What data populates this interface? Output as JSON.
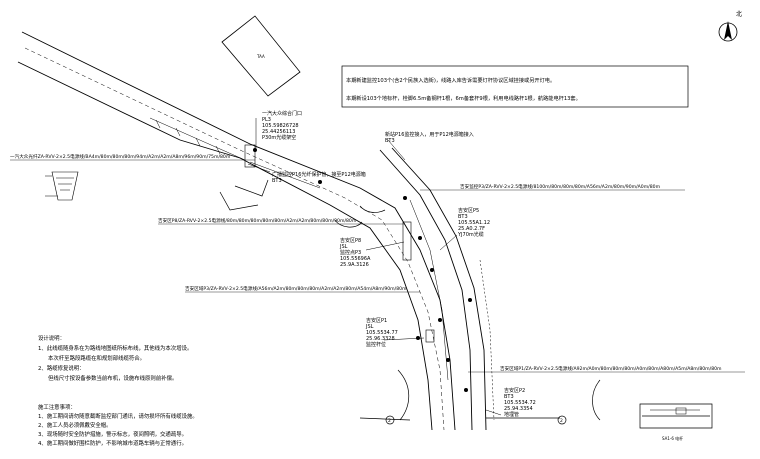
{
  "north": {
    "label": "北"
  },
  "notes_box": {
    "line1": "本期新建监控103个(含2个民族入选街)，线路入库告诉需要灯杆协议区域挂接或另开灯电。",
    "line2": "本期新设103个地标杆，栓脚6.5m备钢杆1根，6m备套杆9根，利用电线路杆1根，航路能电杆13套。"
  },
  "building": {
    "label": "TAA"
  },
  "callouts": {
    "top_pole": {
      "title": "一汽大众综合门口",
      "id": "PL3",
      "lng": "105.59826728",
      "lat": "25.44256113",
      "note": "P30m光缆架空"
    },
    "mid_pole": {
      "title": "广播监控P16光纤保护管，接至P12电源箱",
      "id": "BT3"
    },
    "upper_right": {
      "title": "新站P16监控接入，用于P12电源箱接入",
      "id": "BT3"
    },
    "right_pole": {
      "title": "吉安区P5",
      "code": "BT3",
      "lng": "105.55A1.12",
      "lat": "25.A0.2.7F",
      "note": "YJ70m光缆"
    },
    "left_pole": {
      "title": "吉安区P8",
      "code": "JSL",
      "extra": "监控点P3",
      "lng": "105.55696A",
      "lat": "25.9A.3126"
    },
    "bottom_pole": {
      "title": "吉安区P1",
      "code": "JSL",
      "lng": "105.5534.77",
      "lat": "25.96.3328",
      "note": "监控杆位"
    },
    "bottom_right": {
      "title": "吉安区P2",
      "code": "BT3",
      "lng": "105.5534.72",
      "lat": "25.94.3354",
      "note": "地埋管"
    }
  },
  "cables": {
    "left": "一汽大众光纤ZA-RVV-2×2.5电源线/BA4m/80m/80m/80m/94m/A2m/A2m/A8m/96m/90m/75m/80m",
    "mid": "吉安区P8/ZA-RVV-2×2.5电源线/80m/80m/80m/80m/80m/A2m/A2m/80m/80m/90m/80m",
    "upper_right": "吉安监控P3/ZA-RVV-2×2.5电源线/8100m/80m/80m/80m/A56m/A2m/80m/90m/A0m/80m",
    "lower_left": "吉安区域P3/ZA-RVV-2×2.5电源线/A56m/A2m/80m/80m/80m/A2m/A2m/80m/A54m/A8m/90m/80m",
    "lower_right": "吉安区域P1/ZA-RVV-2×2.5电源线/A92m/A0m/80m/80m/80m/A0m/80m/A80m/A5m/A8m/80m/80m"
  },
  "design_notes": {
    "heading": "设计说明：",
    "items": [
      "1、此线缆随身系在为路线地图纸所标布线，其他线为本次增设。",
      "本次杆至路段路缆在和规划部线缆符合。",
      "2、路缆修复说明：",
      "但线尺寸按设备参数当前布机，设施布线原则前补偿。"
    ]
  },
  "construction_notes": {
    "heading": "施工注意事项：",
    "items": [
      "1、施工期间请勿随意截断监控部门通讯，请勿损坏所有线缆设施。",
      "2、施工人员必须佩戴安全帽。",
      "3、现场随时安全防护措施，警示标志，夜间照明，交通疏导。",
      "4、施工期间做好围栏防护，不影响城市道路车辆与正常通行。"
    ]
  },
  "section_mark": {
    "label": "2"
  },
  "section_detail": {
    "caption": "SA1-6 电杆"
  }
}
